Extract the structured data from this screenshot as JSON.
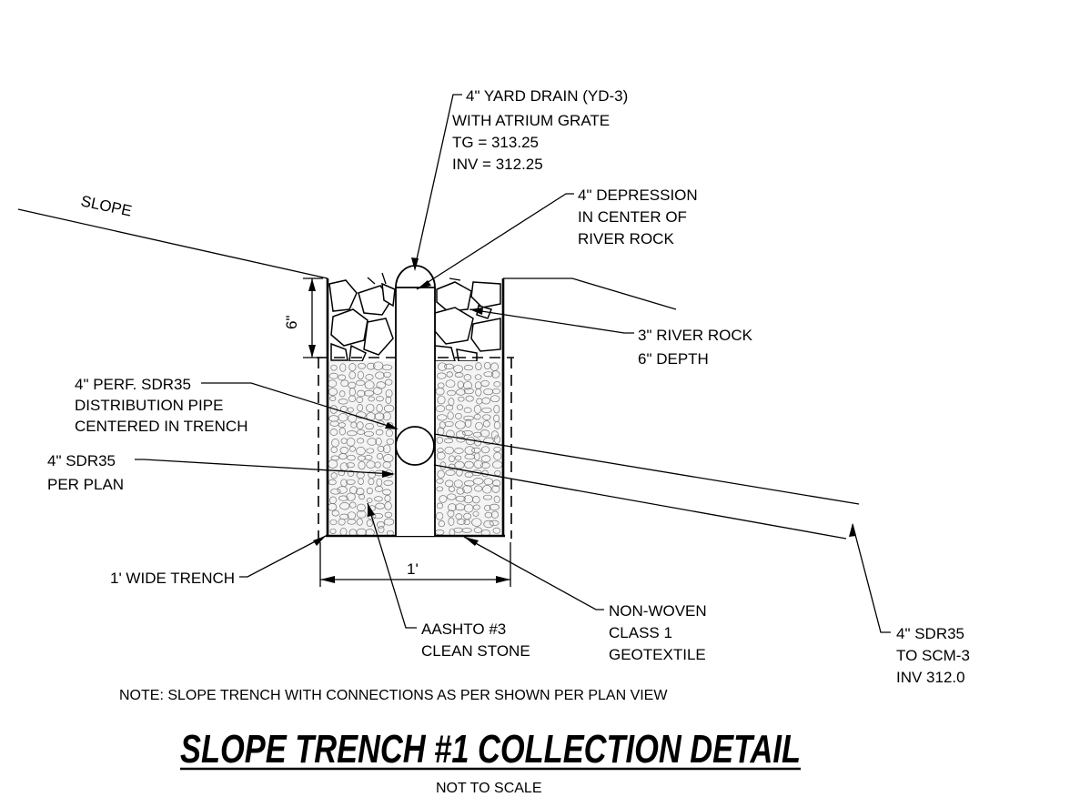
{
  "labels": {
    "slope": "SLOPE",
    "yard_drain": [
      "4\" YARD DRAIN (YD-3)",
      "WITH ATRIUM GRATE",
      "TG = 313.25",
      "INV = 312.25"
    ],
    "depression": [
      "4\" DEPRESSION",
      "IN CENTER OF",
      "RIVER ROCK"
    ],
    "river_rock": [
      "3\" RIVER ROCK",
      "6\" DEPTH"
    ],
    "depth_dim": "6\"",
    "perf_pipe": [
      "4\" PERF. SDR35",
      "DISTRIBUTION PIPE",
      "CENTERED IN TRENCH"
    ],
    "sdr35_plan": [
      "4\" SDR35",
      "PER PLAN"
    ],
    "trench_width_label": "1' WIDE TRENCH",
    "width_dim": "1'",
    "aashto": [
      "AASHTO #3",
      "CLEAN STONE"
    ],
    "geotextile": [
      "NON-WOVEN",
      "CLASS 1",
      "GEOTEXTILE"
    ],
    "to_scm": [
      "4\" SDR35",
      "TO SCM-3",
      "INV 312.0"
    ]
  },
  "note": "NOTE: SLOPE TRENCH WITH CONNECTIONS AS PER SHOWN PER PLAN VIEW",
  "title": "SLOPE TRENCH #1 COLLECTION DETAIL",
  "scale": "NOT TO SCALE"
}
